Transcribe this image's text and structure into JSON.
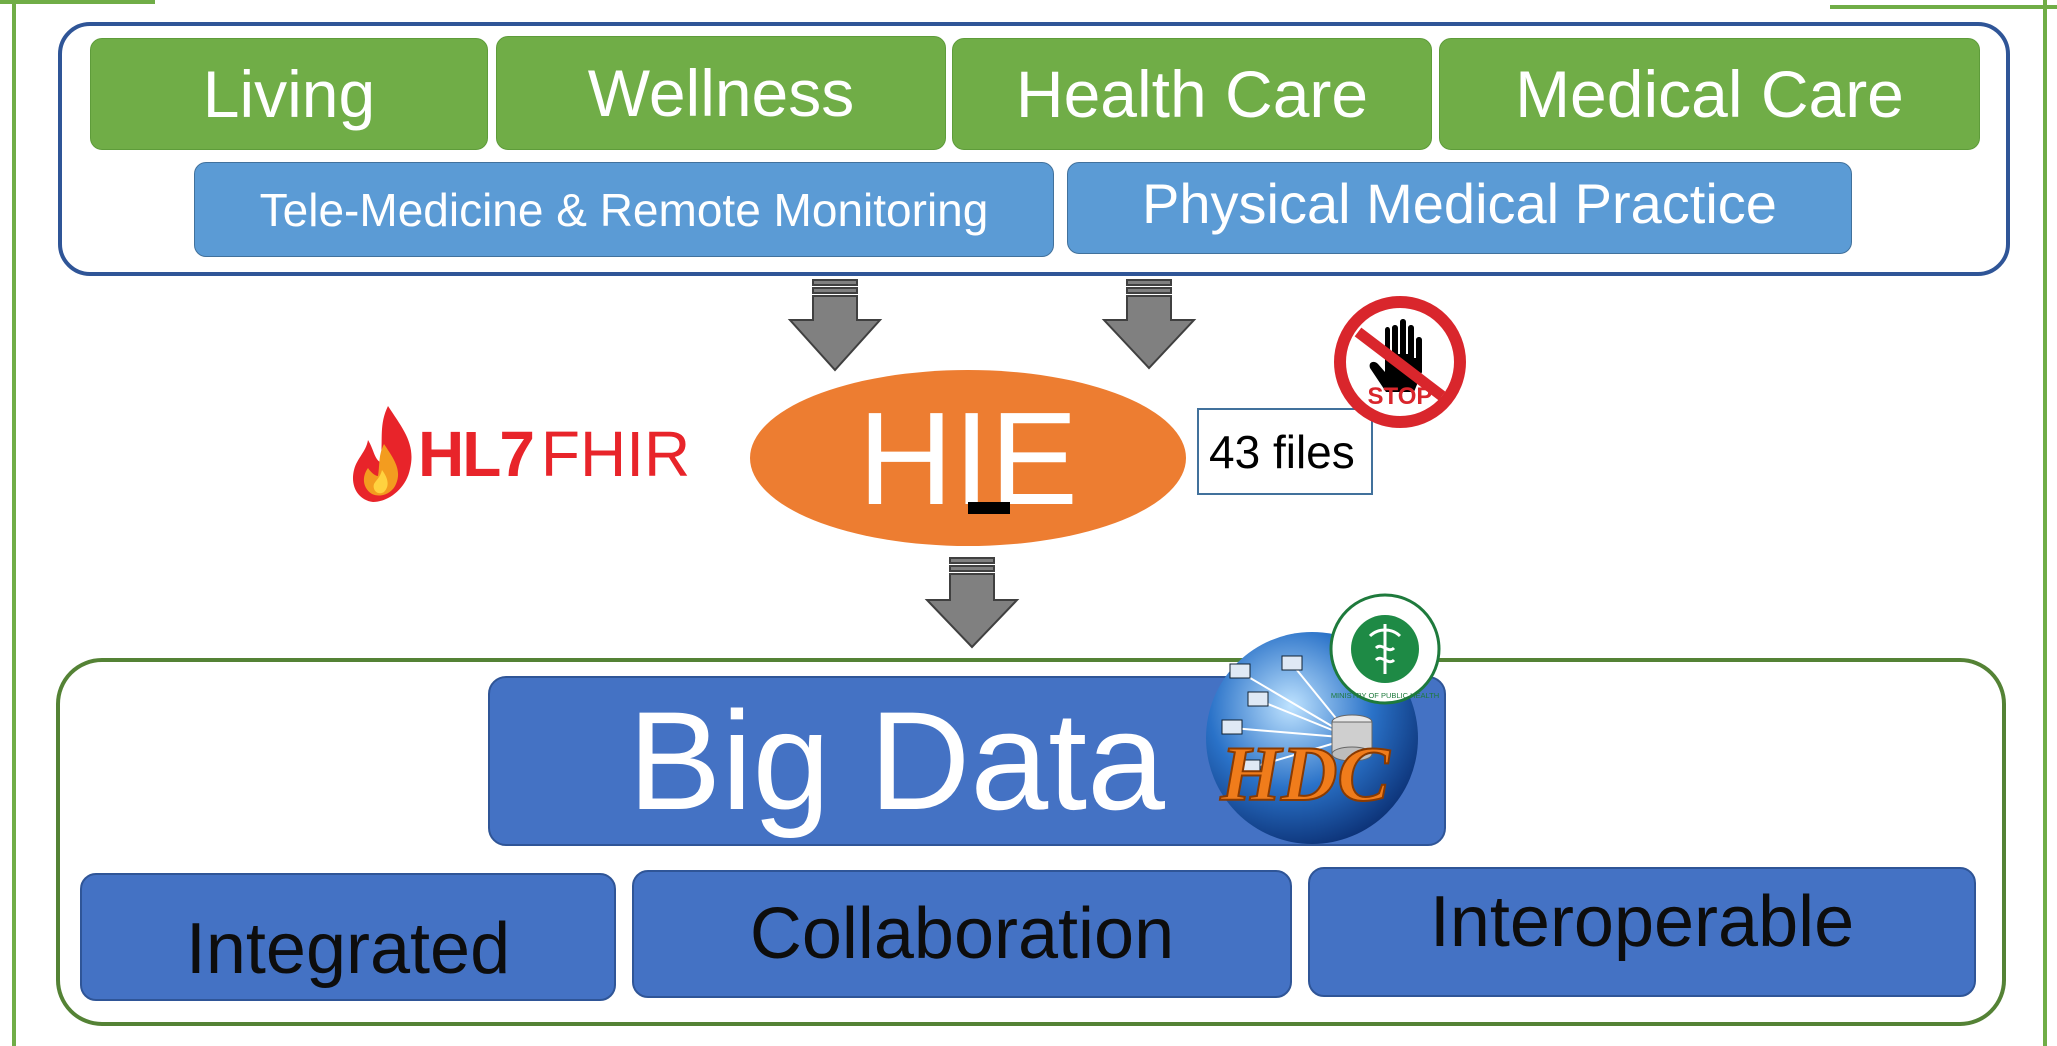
{
  "care_levels": [
    "Living",
    "Wellness",
    "Health Care",
    "Medical Care"
  ],
  "practice_modes": [
    "Tele-Medicine & Remote Monitoring",
    "Physical Medical Practice"
  ],
  "hie_label": "HIE",
  "standard_logo": {
    "part1": "HL7",
    "part2": "FHIR"
  },
  "files_label": "43 files",
  "stop_sign_text": "STOP",
  "big_data_label": "Big Data",
  "hdc_logo_text": "HDC",
  "ministry_seal_text": "MINISTRY OF PUBLIC HEALTH",
  "properties": [
    "Integrated",
    "Collaboration",
    "Interoperable"
  ],
  "colors": {
    "care_green": "#70ad47",
    "practice_blue": "#5b9bd5",
    "hie_orange": "#ed7d31",
    "data_blue": "#4472c4",
    "top_border": "#2f5597",
    "bottom_border": "#548235"
  }
}
